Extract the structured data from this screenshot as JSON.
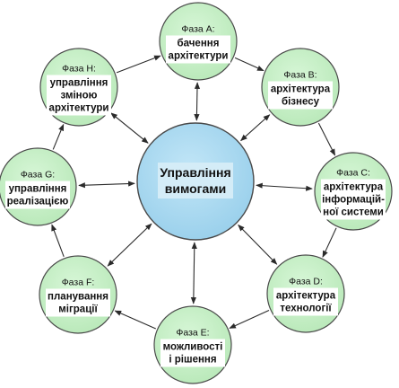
{
  "center": {
    "lines": [
      "Управління",
      "вимогами"
    ]
  },
  "phases": [
    {
      "id": "a",
      "title": "Фаза А:",
      "lines": [
        "бачення",
        "архітектури"
      ]
    },
    {
      "id": "b",
      "title": "Фаза В:",
      "lines": [
        "архітектура",
        "бізнесу"
      ]
    },
    {
      "id": "c",
      "title": "Фаза С:",
      "lines": [
        "архітектура",
        "інформацій-",
        "ної системи"
      ]
    },
    {
      "id": "d",
      "title": "Фаза D:",
      "lines": [
        "архітектура",
        "технології"
      ]
    },
    {
      "id": "e",
      "title": "Фаза Е:",
      "lines": [
        "можливості",
        "і рішення"
      ]
    },
    {
      "id": "f",
      "title": "Фаза F:",
      "lines": [
        "планування",
        "міграції"
      ]
    },
    {
      "id": "g",
      "title": "Фаза G:",
      "lines": [
        "управління",
        "реалізацією"
      ]
    },
    {
      "id": "h",
      "title": "Фаза H:",
      "lines": [
        "управління",
        "зміною",
        "архітектури"
      ]
    }
  ],
  "colors": {
    "phase_fill": "#c8f0c8",
    "center_fill": "#a8d8f0",
    "stroke": "#4a4a4a"
  }
}
